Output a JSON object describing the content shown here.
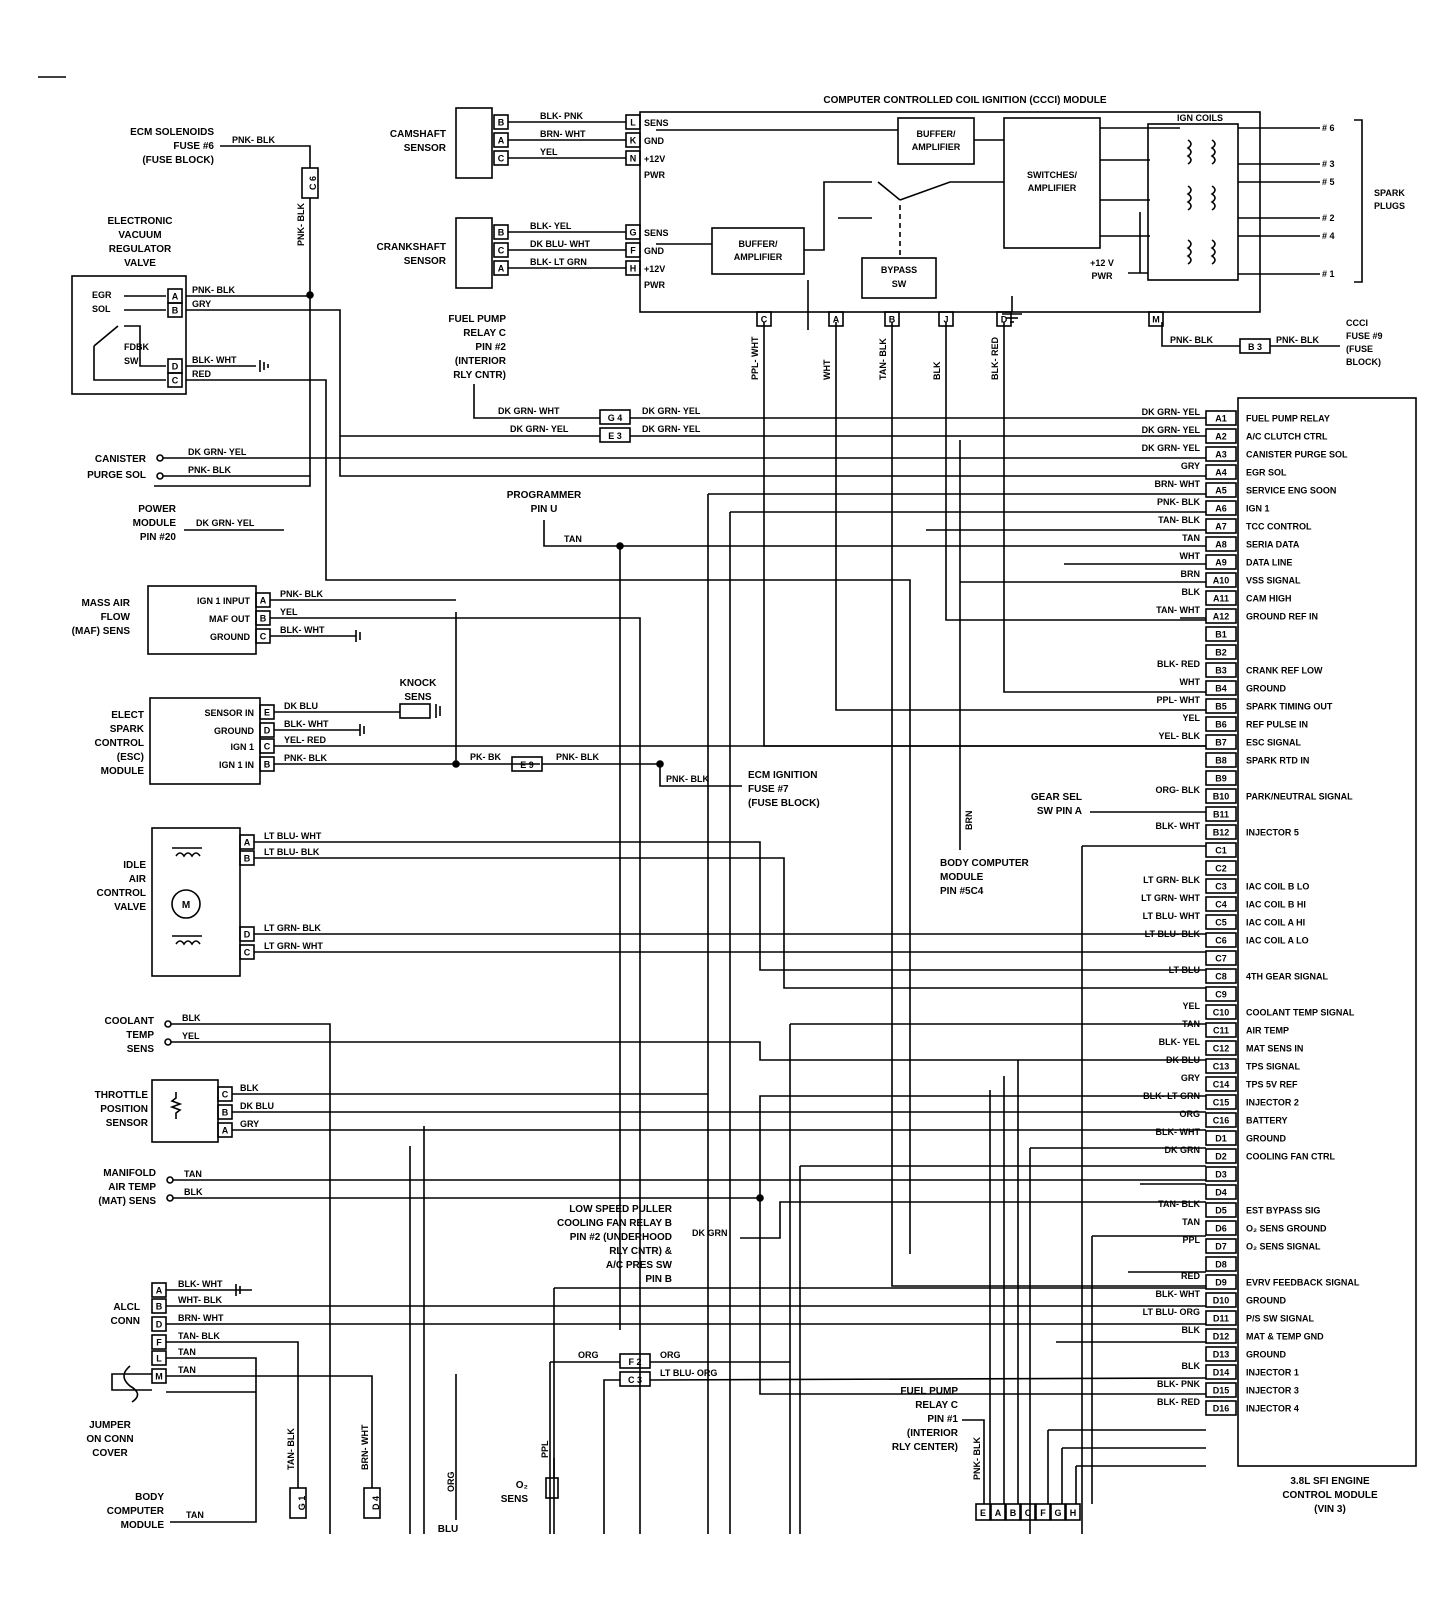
{
  "ccci": {
    "title": "COMPUTER CONTROLLED COIL IGNITION (CCCI) MODULE",
    "inputs": [
      {
        "pin": "L",
        "label": "SENS"
      },
      {
        "pin": "K",
        "label": "GND"
      },
      {
        "pin": "N",
        "label": "+12V"
      },
      {
        "pin": "",
        "label": "PWR"
      },
      {
        "pin": "G",
        "label": "SENS"
      },
      {
        "pin": "F",
        "label": "GND"
      },
      {
        "pin": "H",
        "label": "+12V"
      },
      {
        "pin": "",
        "label": "PWR"
      }
    ],
    "buffer1": [
      "BUFFER/",
      "AMPLIFIER"
    ],
    "buffer2": [
      "BUFFER/",
      "AMPLIFIER"
    ],
    "switches": [
      "SWITCHES/",
      "AMPLIFIER"
    ],
    "bypass": [
      "BYPASS",
      "SW"
    ],
    "ign_coils": "IGN COILS",
    "pwr": [
      "+12 V",
      "PWR"
    ],
    "bottom_pins": [
      "C",
      "A",
      "B",
      "J",
      "D",
      "M"
    ],
    "bottom_wires": [
      "PPL- WHT",
      "WHT",
      "TAN- BLK",
      "BLK",
      "BLK- RED"
    ],
    "plugs": [
      "# 6",
      "# 3",
      "# 5",
      "# 2",
      "# 4",
      "# 1"
    ],
    "spark_plugs": [
      "SPARK",
      "PLUGS"
    ],
    "fuse_wire": "PNK- BLK",
    "fuse_conn": "B 3",
    "fuse_wire2": "PNK- BLK",
    "fuse_label": [
      "CCCI",
      "FUSE #9",
      "(FUSE",
      "BLOCK)"
    ]
  },
  "camshaft": {
    "label": [
      "CAMSHAFT",
      "SENSOR"
    ],
    "pins": [
      "B",
      "A",
      "C"
    ],
    "wires": [
      "BLK- PNK",
      "BRN- WHT",
      "YEL"
    ]
  },
  "crankshaft": {
    "label": [
      "CRANKSHAFT",
      "SENSOR"
    ],
    "pins": [
      "B",
      "C",
      "A"
    ],
    "wires": [
      "BLK- YEL",
      "DK BLU- WHT",
      "BLK- LT GRN"
    ]
  },
  "ecm_solenoids": {
    "label": [
      "ECM SOLENOIDS",
      "FUSE #6",
      "(FUSE BLOCK)"
    ],
    "wire": "PNK- BLK",
    "conn": "C 6",
    "vert_wire": "PNK- BLK"
  },
  "evrv": {
    "label": [
      "ELECTRONIC",
      "VACUUM",
      "REGULATOR",
      "VALVE"
    ],
    "parts": [
      "EGR",
      "SOL",
      "FDBK",
      "SW"
    ],
    "pins": [
      "A",
      "B",
      "D",
      "C"
    ],
    "wires": [
      "PNK- BLK",
      "GRY",
      "BLK- WHT",
      "RED"
    ]
  },
  "fuel_pump_relay": {
    "label": [
      "FUEL PUMP",
      "RELAY C",
      "PIN #2",
      "(INTERIOR",
      "RLY CNTR)"
    ],
    "wire1": "DK GRN- WHT",
    "wire2": "DK GRN- YEL",
    "conn1": "G 4",
    "conn2": "E 3",
    "wire3": "DK GRN- YEL",
    "wire4": "DK GRN- YEL"
  },
  "canister": {
    "label": [
      "CANISTER",
      "PURGE SOL"
    ],
    "wires": [
      "DK GRN- YEL",
      "PNK- BLK"
    ]
  },
  "power_module": {
    "label": [
      "POWER",
      "MODULE",
      "PIN #20"
    ],
    "wire": "DK GRN- YEL"
  },
  "programmer": {
    "label": [
      "PROGRAMMER",
      "PIN U"
    ],
    "wire": "TAN"
  },
  "maf": {
    "label": [
      "MASS AIR",
      "FLOW",
      "(MAF) SENS"
    ],
    "funcs": [
      "IGN 1 INPUT",
      "MAF OUT",
      "GROUND"
    ],
    "pins": [
      "A",
      "B",
      "C"
    ],
    "wires": [
      "PNK- BLK",
      "YEL",
      "BLK- WHT"
    ]
  },
  "esc": {
    "label": [
      "ELECT",
      "SPARK",
      "CONTROL",
      "(ESC)",
      "MODULE"
    ],
    "funcs": [
      "SENSOR IN",
      "GROUND",
      "IGN 1",
      "IGN 1 IN"
    ],
    "pins": [
      "E",
      "D",
      "C",
      "B"
    ],
    "wires": [
      "DK BLU",
      "BLK- WHT",
      "YEL- RED",
      "PNK- BLK"
    ],
    "knock": [
      "KNOCK",
      "SENS"
    ],
    "pk_wire": "PK- BK",
    "conn": "E 9",
    "pk_wire2": "PNK- BLK",
    "fuse_wire": "PNK- BLK",
    "fuse_label": [
      "ECM IGNITION",
      "FUSE #7",
      "(FUSE BLOCK)"
    ]
  },
  "iac": {
    "label": [
      "IDLE",
      "AIR",
      "CONTROL",
      "VALVE"
    ],
    "pins": [
      "A",
      "B",
      "D",
      "C"
    ],
    "wires": [
      "LT BLU- WHT",
      "LT BLU- BLK",
      "LT GRN- BLK",
      "LT GRN- WHT"
    ],
    "motor": "M"
  },
  "body_computer": {
    "wire": "BRN",
    "label": [
      "BODY COMPUTER",
      "MODULE",
      "PIN #5C4"
    ]
  },
  "gear_sel": {
    "label": [
      "GEAR SEL",
      "SW PIN A"
    ]
  },
  "coolant": {
    "label": [
      "COOLANT",
      "TEMP",
      "SENS"
    ],
    "wires": [
      "BLK",
      "YEL"
    ]
  },
  "tps": {
    "label": [
      "THROTTLE",
      "POSITION",
      "SENSOR"
    ],
    "pins": [
      "C",
      "B",
      "A"
    ],
    "wires": [
      "BLK",
      "DK BLU",
      "GRY"
    ]
  },
  "mat": {
    "label": [
      "MANIFOLD",
      "AIR TEMP",
      "(MAT) SENS"
    ],
    "wires": [
      "TAN",
      "BLK"
    ]
  },
  "cooling_fan": {
    "label": [
      "LOW SPEED PULLER",
      "COOLING FAN RELAY B",
      "PIN #2 (UNDERHOOD",
      "RLY CNTR) &",
      "A/C PRES SW",
      "PIN B"
    ],
    "wire": "DK GRN"
  },
  "alcl": {
    "label": [
      "ALCL",
      "CONN"
    ],
    "pins": [
      "A",
      "B",
      "D",
      "F",
      "L",
      "M"
    ],
    "wires": [
      "BLK- WHT",
      "WHT- BLK",
      "BRN- WHT",
      "TAN- BLK",
      "TAN",
      "TAN"
    ],
    "jumper": [
      "JUMPER",
      "ON CONN",
      "COVER"
    ]
  },
  "mid": {
    "org": "ORG",
    "f2": "F 2",
    "c3": "C 3",
    "org2": "ORG",
    "ltbluorg": "LT BLU- ORG"
  },
  "bottom": {
    "body_label": [
      "BODY",
      "COMPUTER",
      "MODULE"
    ],
    "body_wire": "TAN",
    "g1": "G 1",
    "d4": "D 4",
    "tanblk": "TAN- BLK",
    "brnwht": "BRN- WHT",
    "org": "ORG",
    "ppl": "PPL",
    "blu": "BLU",
    "o2": [
      "O₂",
      "SENS"
    ],
    "fuel_relay": [
      "FUEL PUMP",
      "RELAY C",
      "PIN #1",
      "(INTERIOR",
      "RLY CENTER)"
    ],
    "pnkblk": "PNK- BLK",
    "conn_pins": [
      "E",
      "A",
      "B",
      "C",
      "F",
      "G",
      "H"
    ]
  },
  "ecm": {
    "label": [
      "3.8L SFI ENGINE",
      "CONTROL MODULE",
      "(VIN 3)"
    ],
    "pins": [
      {
        "pin": "A1",
        "wire": "DK GRN- YEL",
        "func": "FUEL PUMP RELAY"
      },
      {
        "pin": "A2",
        "wire": "DK GRN- YEL",
        "func": "A/C CLUTCH CTRL"
      },
      {
        "pin": "A3",
        "wire": "DK GRN- YEL",
        "func": "CANISTER PURGE SOL"
      },
      {
        "pin": "A4",
        "wire": "GRY",
        "func": "EGR SOL"
      },
      {
        "pin": "A5",
        "wire": "BRN- WHT",
        "func": "SERVICE ENG SOON"
      },
      {
        "pin": "A6",
        "wire": "PNK- BLK",
        "func": "IGN 1"
      },
      {
        "pin": "A7",
        "wire": "TAN- BLK",
        "func": "TCC CONTROL"
      },
      {
        "pin": "A8",
        "wire": "TAN",
        "func": "SERIA DATA"
      },
      {
        "pin": "A9",
        "wire": "WHT",
        "func": "DATA LINE"
      },
      {
        "pin": "A10",
        "wire": "BRN",
        "func": "VSS SIGNAL"
      },
      {
        "pin": "A11",
        "wire": "BLK",
        "func": "CAM HIGH"
      },
      {
        "pin": "A12",
        "wire": "TAN- WHT",
        "func": "GROUND REF IN"
      },
      {
        "pin": "B1",
        "wire": "",
        "func": ""
      },
      {
        "pin": "B2",
        "wire": "",
        "func": ""
      },
      {
        "pin": "B3",
        "wire": "BLK- RED",
        "func": "CRANK REF LOW"
      },
      {
        "pin": "B4",
        "wire": "WHT",
        "func": "GROUND"
      },
      {
        "pin": "B5",
        "wire": "PPL- WHT",
        "func": "SPARK TIMING OUT"
      },
      {
        "pin": "B6",
        "wire": "YEL",
        "func": "REF PULSE IN"
      },
      {
        "pin": "B7",
        "wire": "YEL- BLK",
        "func": "ESC SIGNAL"
      },
      {
        "pin": "B8",
        "wire": "",
        "func": "SPARK RTD IN"
      },
      {
        "pin": "B9",
        "wire": "",
        "func": ""
      },
      {
        "pin": "B10",
        "wire": "ORG- BLK",
        "func": "PARK/NEUTRAL SIGNAL"
      },
      {
        "pin": "B11",
        "wire": "",
        "func": ""
      },
      {
        "pin": "B12",
        "wire": "BLK- WHT",
        "func": "INJECTOR 5"
      },
      {
        "pin": "C1",
        "wire": "",
        "func": ""
      },
      {
        "pin": "C2",
        "wire": "",
        "func": ""
      },
      {
        "pin": "C3",
        "wire": "LT GRN- BLK",
        "func": "IAC COIL B LO"
      },
      {
        "pin": "C4",
        "wire": "LT GRN- WHT",
        "func": "IAC COIL B HI"
      },
      {
        "pin": "C5",
        "wire": "LT BLU- WHT",
        "func": "IAC COIL A HI"
      },
      {
        "pin": "C6",
        "wire": "LT BLU- BLK",
        "func": "IAC COIL A LO"
      },
      {
        "pin": "C7",
        "wire": "",
        "func": ""
      },
      {
        "pin": "C8",
        "wire": "LT BLU",
        "func": "4TH GEAR SIGNAL"
      },
      {
        "pin": "C9",
        "wire": "",
        "func": ""
      },
      {
        "pin": "C10",
        "wire": "YEL",
        "func": "COOLANT TEMP SIGNAL"
      },
      {
        "pin": "C11",
        "wire": "TAN",
        "func": "AIR TEMP"
      },
      {
        "pin": "C12",
        "wire": "BLK- YEL",
        "func": "MAT SENS IN"
      },
      {
        "pin": "C13",
        "wire": "DK BLU",
        "func": "TPS SIGNAL"
      },
      {
        "pin": "C14",
        "wire": "GRY",
        "func": "TPS 5V REF"
      },
      {
        "pin": "C15",
        "wire": "BLK- LT GRN",
        "func": "INJECTOR 2"
      },
      {
        "pin": "C16",
        "wire": "ORG",
        "func": "BATTERY"
      },
      {
        "pin": "D1",
        "wire": "BLK- WHT",
        "func": "GROUND"
      },
      {
        "pin": "D2",
        "wire": "DK GRN",
        "func": "COOLING FAN CTRL"
      },
      {
        "pin": "D3",
        "wire": "",
        "func": ""
      },
      {
        "pin": "D4",
        "wire": "",
        "func": ""
      },
      {
        "pin": "D5",
        "wire": "TAN- BLK",
        "func": "EST BYPASS SIG"
      },
      {
        "pin": "D6",
        "wire": "TAN",
        "func": "O₂ SENS GROUND"
      },
      {
        "pin": "D7",
        "wire": "PPL",
        "func": "O₂ SENS SIGNAL"
      },
      {
        "pin": "D8",
        "wire": "",
        "func": ""
      },
      {
        "pin": "D9",
        "wire": "RED",
        "func": "EVRV FEEDBACK SIGNAL"
      },
      {
        "pin": "D10",
        "wire": "BLK- WHT",
        "func": "GROUND"
      },
      {
        "pin": "D11",
        "wire": "LT BLU- ORG",
        "func": "P/S SW SIGNAL"
      },
      {
        "pin": "D12",
        "wire": "BLK",
        "func": "MAT & TEMP GND"
      },
      {
        "pin": "D13",
        "wire": "",
        "func": "GROUND"
      },
      {
        "pin": "D14",
        "wire": "BLK",
        "func": "INJECTOR 1"
      },
      {
        "pin": "D15",
        "wire": "BLK- PNK",
        "func": "INJECTOR 3"
      },
      {
        "pin": "D16",
        "wire": "BLK- RED",
        "func": "INJECTOR 4"
      }
    ]
  }
}
